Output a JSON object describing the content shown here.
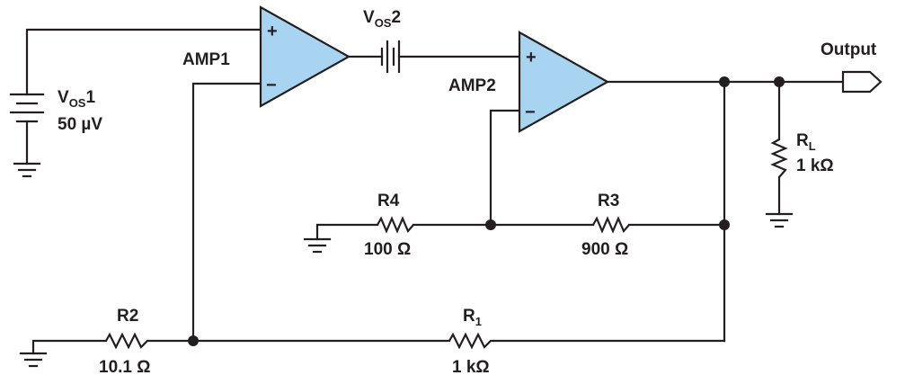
{
  "amps": {
    "amp1": {
      "label": "AMP1",
      "plus": "+",
      "minus": "−"
    },
    "amp2": {
      "label": "AMP2",
      "plus": "+",
      "minus": "−"
    }
  },
  "sources": {
    "vos1": {
      "symbol": "V",
      "sub": "OS",
      "num": "1",
      "value": "50 µV"
    },
    "vos2": {
      "symbol": "V",
      "sub": "OS",
      "num": "2"
    }
  },
  "resistors": {
    "r1": {
      "name": "R",
      "sub": "1",
      "value": "1 kΩ"
    },
    "r2": {
      "name": "R2",
      "value": "10.1 Ω"
    },
    "r3": {
      "name": "R3",
      "value": "900 Ω"
    },
    "r4": {
      "name": "R4",
      "value": "100 Ω"
    },
    "rl": {
      "name": "R",
      "sub": "L",
      "value": "1 kΩ"
    }
  },
  "output": {
    "label": "Output"
  },
  "colors": {
    "amp_fill": "#a9d4f1",
    "line": "#231f20"
  }
}
